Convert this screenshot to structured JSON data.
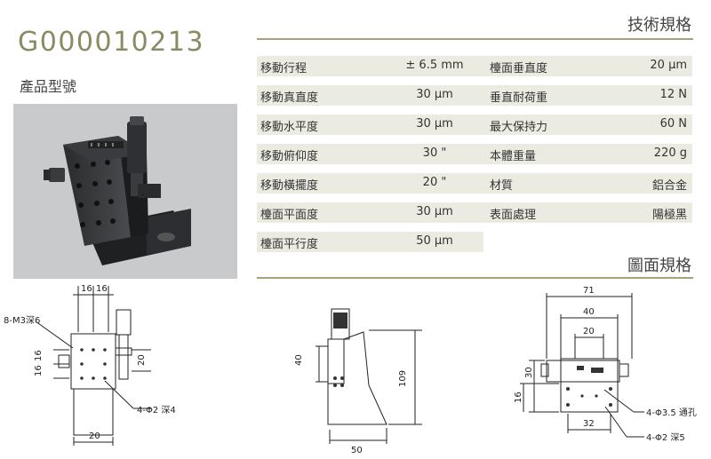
{
  "product": {
    "code": "G000010213",
    "label": "產品型號"
  },
  "specs": {
    "title": "技術規格",
    "rows": [
      {
        "label1": "移動行程",
        "value1": "± 6.5 mm",
        "label2": "檯面垂直度",
        "value2": "20 µm"
      },
      {
        "label1": "移動真直度",
        "value1": "30 µm",
        "label2": "垂直耐荷重",
        "value2": "12 N"
      },
      {
        "label1": "移動水平度",
        "value1": "30 µm",
        "label2": "最大保持力",
        "value2": "60 N"
      },
      {
        "label1": "移動俯仰度",
        "value1": "30 \"",
        "label2": "本體重量",
        "value2": "220 g"
      },
      {
        "label1": "移動橫擺度",
        "value1": "20 \"",
        "label2": "材質",
        "value2": "鋁合金"
      },
      {
        "label1": "檯面平面度",
        "value1": "30 µm",
        "label2": "表面處理",
        "value2": "陽極黑"
      },
      {
        "label1": "檯面平行度",
        "value1": "50 µm",
        "label2": "",
        "value2": ""
      }
    ]
  },
  "drawings": {
    "title": "圖面規格",
    "front": {
      "d_16a": "16",
      "d_16b": "16",
      "d_m3": "8-M3深6",
      "d_16c": "16",
      "d_16d": "16",
      "d_20r": "20",
      "d_holes": "4-Φ2 深4",
      "d_20b": "20"
    },
    "side": {
      "d_40": "40",
      "d_109": "109",
      "d_50": "50"
    },
    "top": {
      "d_71": "71",
      "d_40": "40",
      "d_20": "20",
      "d_30": "30",
      "d_16": "16",
      "d_32": "32",
      "d_thru": "4-Φ3.5 通孔",
      "d_holes": "4-Φ2 深5"
    }
  },
  "colors": {
    "accent": "#a5a27a",
    "code": "#8a8a63",
    "row_alt": "#ecebe2"
  }
}
